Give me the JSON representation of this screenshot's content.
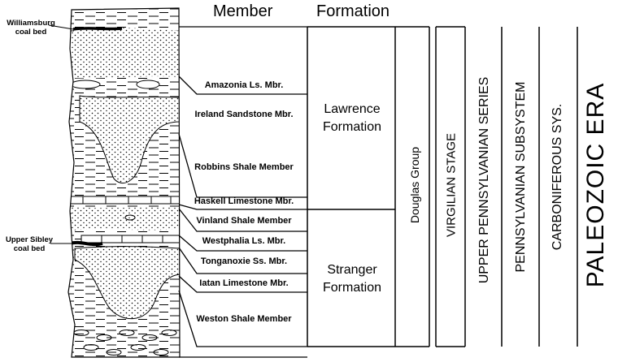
{
  "headers": {
    "member": "Member",
    "formation": "Formation"
  },
  "side_labels": {
    "williamsburg": [
      "Williamsburg",
      "coal bed"
    ],
    "upper_sibley": [
      "Upper Sibley",
      "coal bed"
    ]
  },
  "members": [
    "Amazonia Ls. Mbr.",
    "Ireland Sandstone Mbr.",
    "Robbins Shale Member",
    "Haskell Limestone Mbr.",
    "Vinland Shale Member",
    "Westphalia Ls. Mbr.",
    "Tonganoxie Ss. Mbr.",
    "Iatan Limestone Mbr.",
    "Weston Shale Member"
  ],
  "formations": [
    {
      "name": [
        "Lawrence",
        "Formation"
      ]
    },
    {
      "name": [
        "Stranger",
        "Formation"
      ]
    }
  ],
  "group": "Douglas Group",
  "stage": "VIRGILIAN STAGE",
  "series": "UPPER PENNSYLVANIAN SERIES",
  "subsystem": "PENNSYLVANIAN SUBSYSTEM",
  "system": "CARBONIFEROUS SYS.",
  "era": "PALEOZOIC ERA"
}
